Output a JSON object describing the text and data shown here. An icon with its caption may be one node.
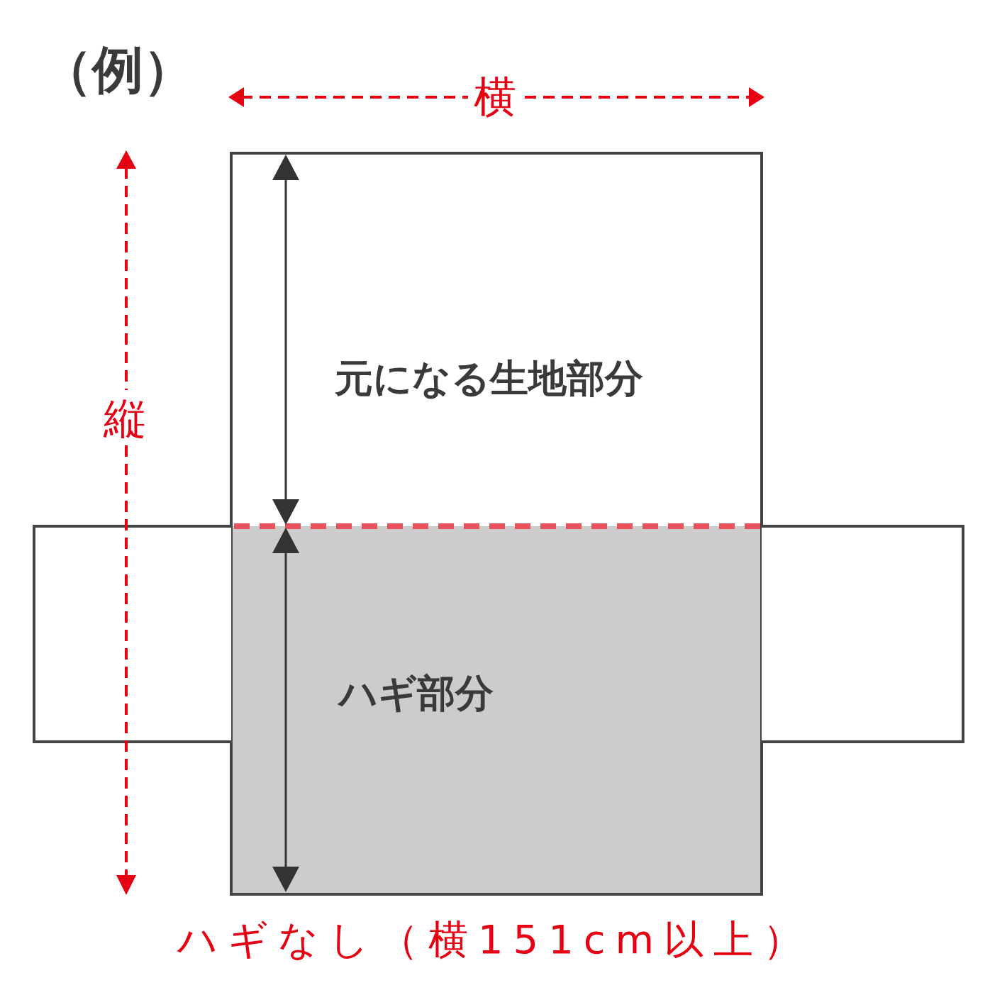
{
  "diagram": {
    "title": "（例）",
    "caption": "ハギなし（横151cm以上）",
    "nodes": [
      {
        "text": [
          "元になる生地部分"
        ]
      },
      {
        "text": [
          "ハギ部分"
        ]
      },
      {
        "text": [],
        "shape": "box"
      },
      {
        "text": [],
        "shape": "box"
      }
    ],
    "labels": [
      "横",
      "縦"
    ]
  }
}
